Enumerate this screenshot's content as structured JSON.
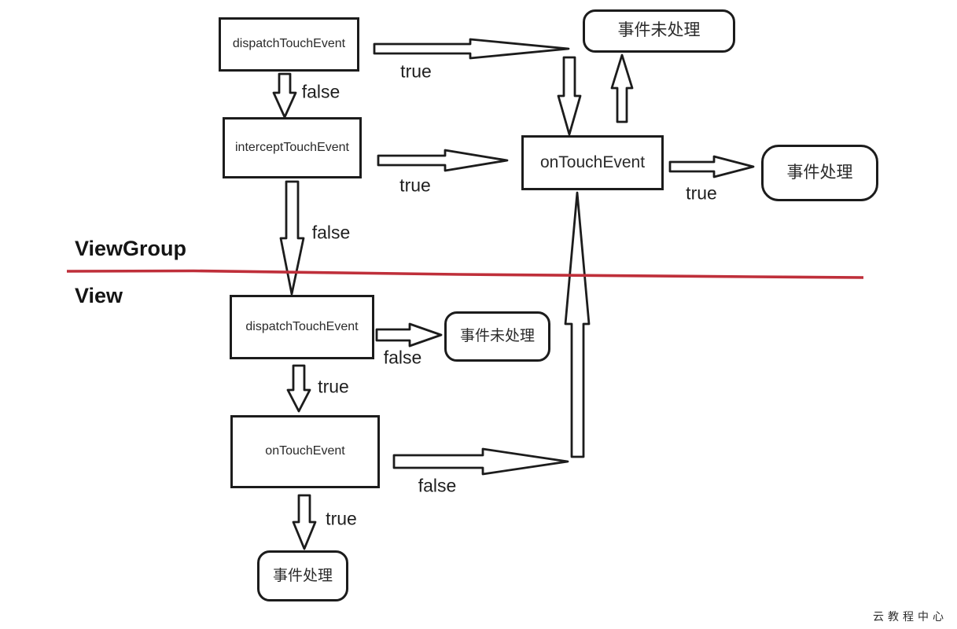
{
  "diagram": {
    "section_labels": {
      "viewgroup": "ViewGroup",
      "view": "View"
    },
    "nodes": {
      "viewgroup_dispatch": "dispatchTouchEvent",
      "viewgroup_intercept": "interceptTouchEvent",
      "viewgroup_ontouch": "onTouchEvent",
      "viewgroup_event_unhandled": "事件未处理",
      "viewgroup_event_handled": "事件处理",
      "view_dispatch": "dispatchTouchEvent",
      "view_event_unhandled": "事件未处理",
      "view_ontouch": "onTouchEvent",
      "view_event_handled": "事件处理"
    },
    "edge_labels": {
      "vg_dispatch_true": "true",
      "vg_dispatch_false": "false",
      "vg_intercept_true": "true",
      "vg_intercept_false": "false",
      "vg_ontouch_true": "true",
      "view_dispatch_false": "false",
      "view_dispatch_true": "true",
      "view_ontouch_false": "false",
      "view_ontouch_true": "true"
    },
    "colors": {
      "stroke": "#1c1c1c",
      "divider_red": "#bf2f3a",
      "background": "#ffffff"
    },
    "watermark": "云教程中心"
  }
}
